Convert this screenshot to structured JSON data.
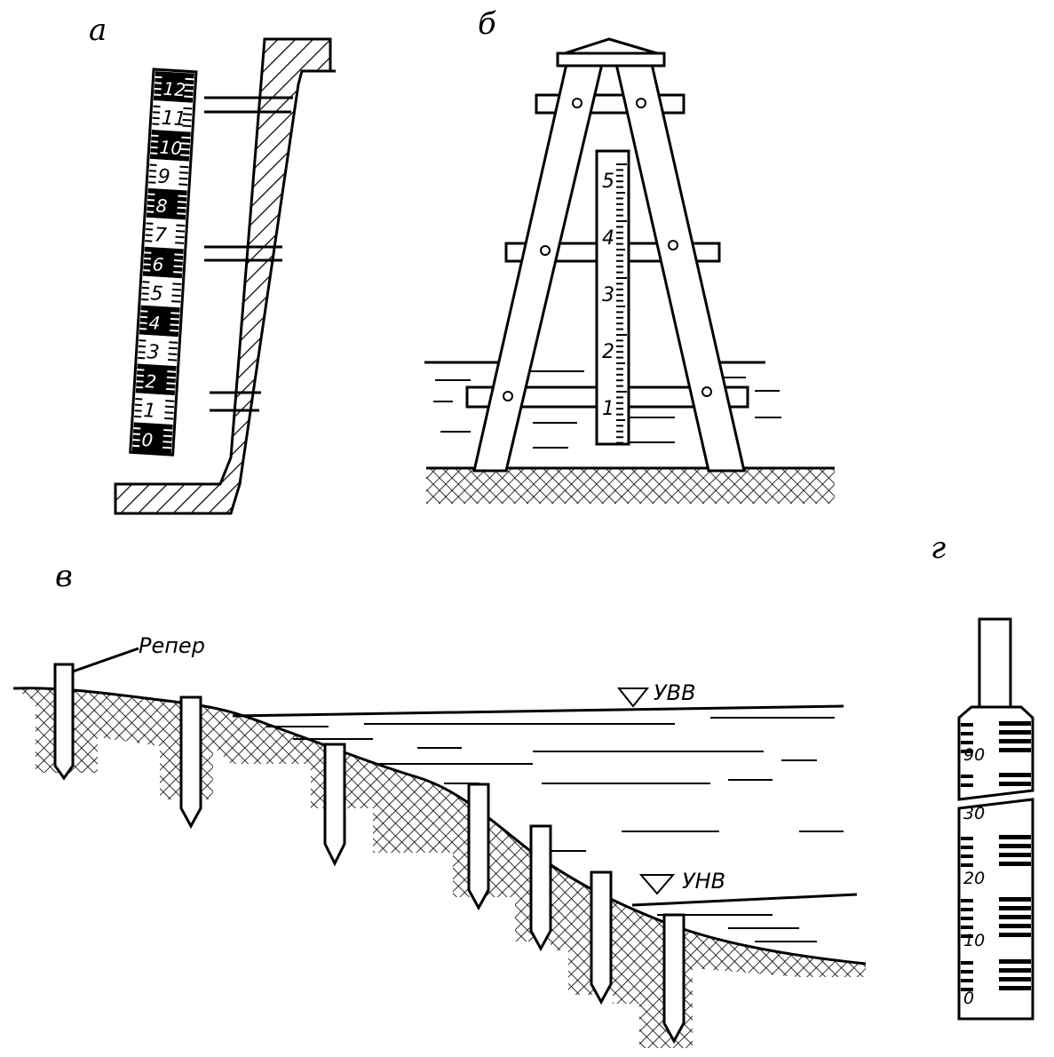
{
  "panels": {
    "a": {
      "label": "а",
      "ticks": [
        "12",
        "11",
        "10",
        "9",
        "8",
        "7",
        "6",
        "5",
        "4",
        "3",
        "2",
        "1",
        "0"
      ]
    },
    "b": {
      "label": "б",
      "ticks": [
        "5",
        "4",
        "3",
        "2",
        "1"
      ]
    },
    "v": {
      "label": "в",
      "reper_label": "Репер",
      "high_water": "УВВ",
      "low_water": "УНВ"
    },
    "g": {
      "label": "г",
      "ticks": [
        "90",
        "30",
        "20",
        "10",
        "0"
      ]
    }
  },
  "colors": {
    "ink": "#000000",
    "paper": "#ffffff"
  }
}
